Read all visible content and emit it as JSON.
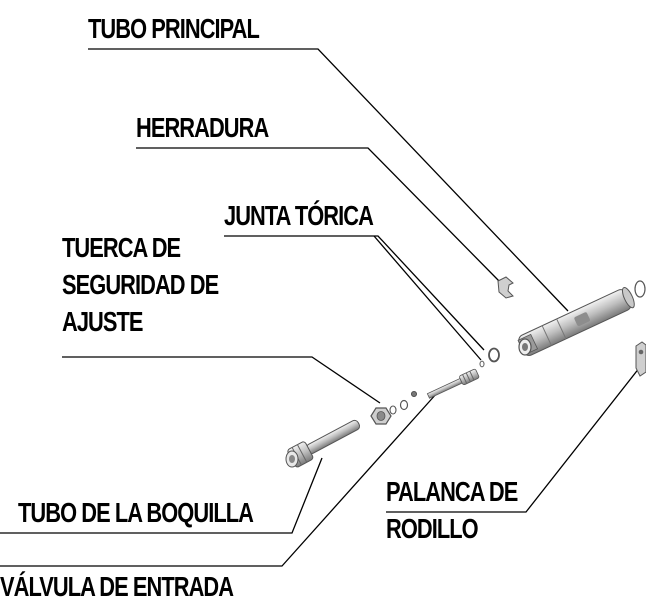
{
  "labels": {
    "tubo_principal": "TUBO PRINCIPAL",
    "herradura": "HERRADURA",
    "junta_torica": "JUNTA TÓRICA",
    "tuerca_line1": "TUERCA DE",
    "tuerca_line2": "SEGURIDAD DE",
    "tuerca_line3": "AJUSTE",
    "tubo_boquilla": "TUBO DE LA BOQUILLA",
    "palanca_line1": "PALANCA DE",
    "palanca_line2": "RODILLO",
    "valvula_entrada": "VÁLVULA DE ENTRADA"
  },
  "colors": {
    "line": "#000000",
    "part_fill": "#d9d9d9",
    "part_stroke": "#555555"
  }
}
